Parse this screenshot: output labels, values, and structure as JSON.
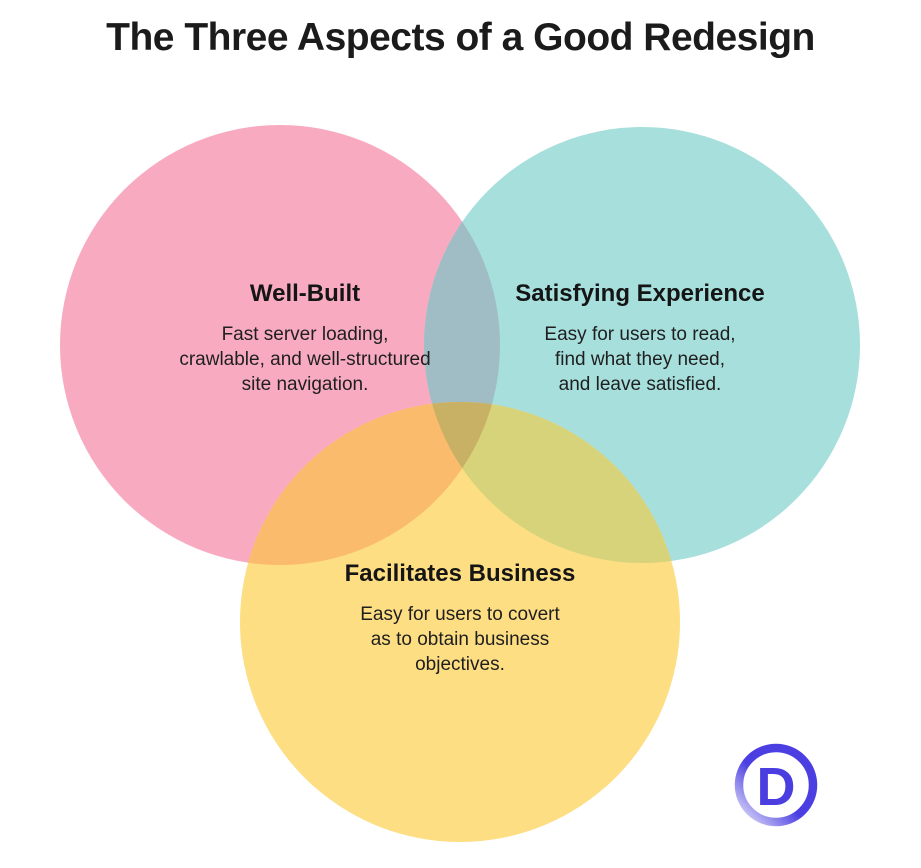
{
  "title": "The Three Aspects of a Good Redesign",
  "background_color": "#FFFFFF",
  "text_color": "#1F1F1F",
  "diagram": {
    "type": "venn",
    "circles": [
      {
        "id": "well-built",
        "label": "Well-Built",
        "description": "Fast server loading, crawlable, and well-structured site navigation.",
        "lines": [
          "Fast server loading,",
          "crawlable, and well-structured",
          "site navigation."
        ],
        "color": "#F8ABC0"
      },
      {
        "id": "satisfying-experience",
        "label": "Satisfying Experience",
        "description": "Easy for users to read, find what they need, and leave satisfied.",
        "lines": [
          "Easy for users to read,",
          "find what they need,",
          "and leave satisfied."
        ],
        "color": "#A6DFDC"
      },
      {
        "id": "facilitates-business",
        "label": "Facilitates Business",
        "description": "Easy for users to covert as to obtain business objectives.",
        "lines": [
          "Easy for users to covert",
          "as to obtain business",
          "objectives."
        ],
        "color": "#FDDE83"
      }
    ],
    "overlap_colors": {
      "pink_teal": "#A0BDC5",
      "pink_yellow": "#FBBB6C",
      "teal_yellow": "#D6D37B",
      "center": "#C8B164"
    }
  },
  "logo": {
    "letter": "D",
    "letter_color": "#4A3EE0",
    "ring_color_start": "#4B3FE2",
    "ring_color_end": "#E8E6FA"
  }
}
